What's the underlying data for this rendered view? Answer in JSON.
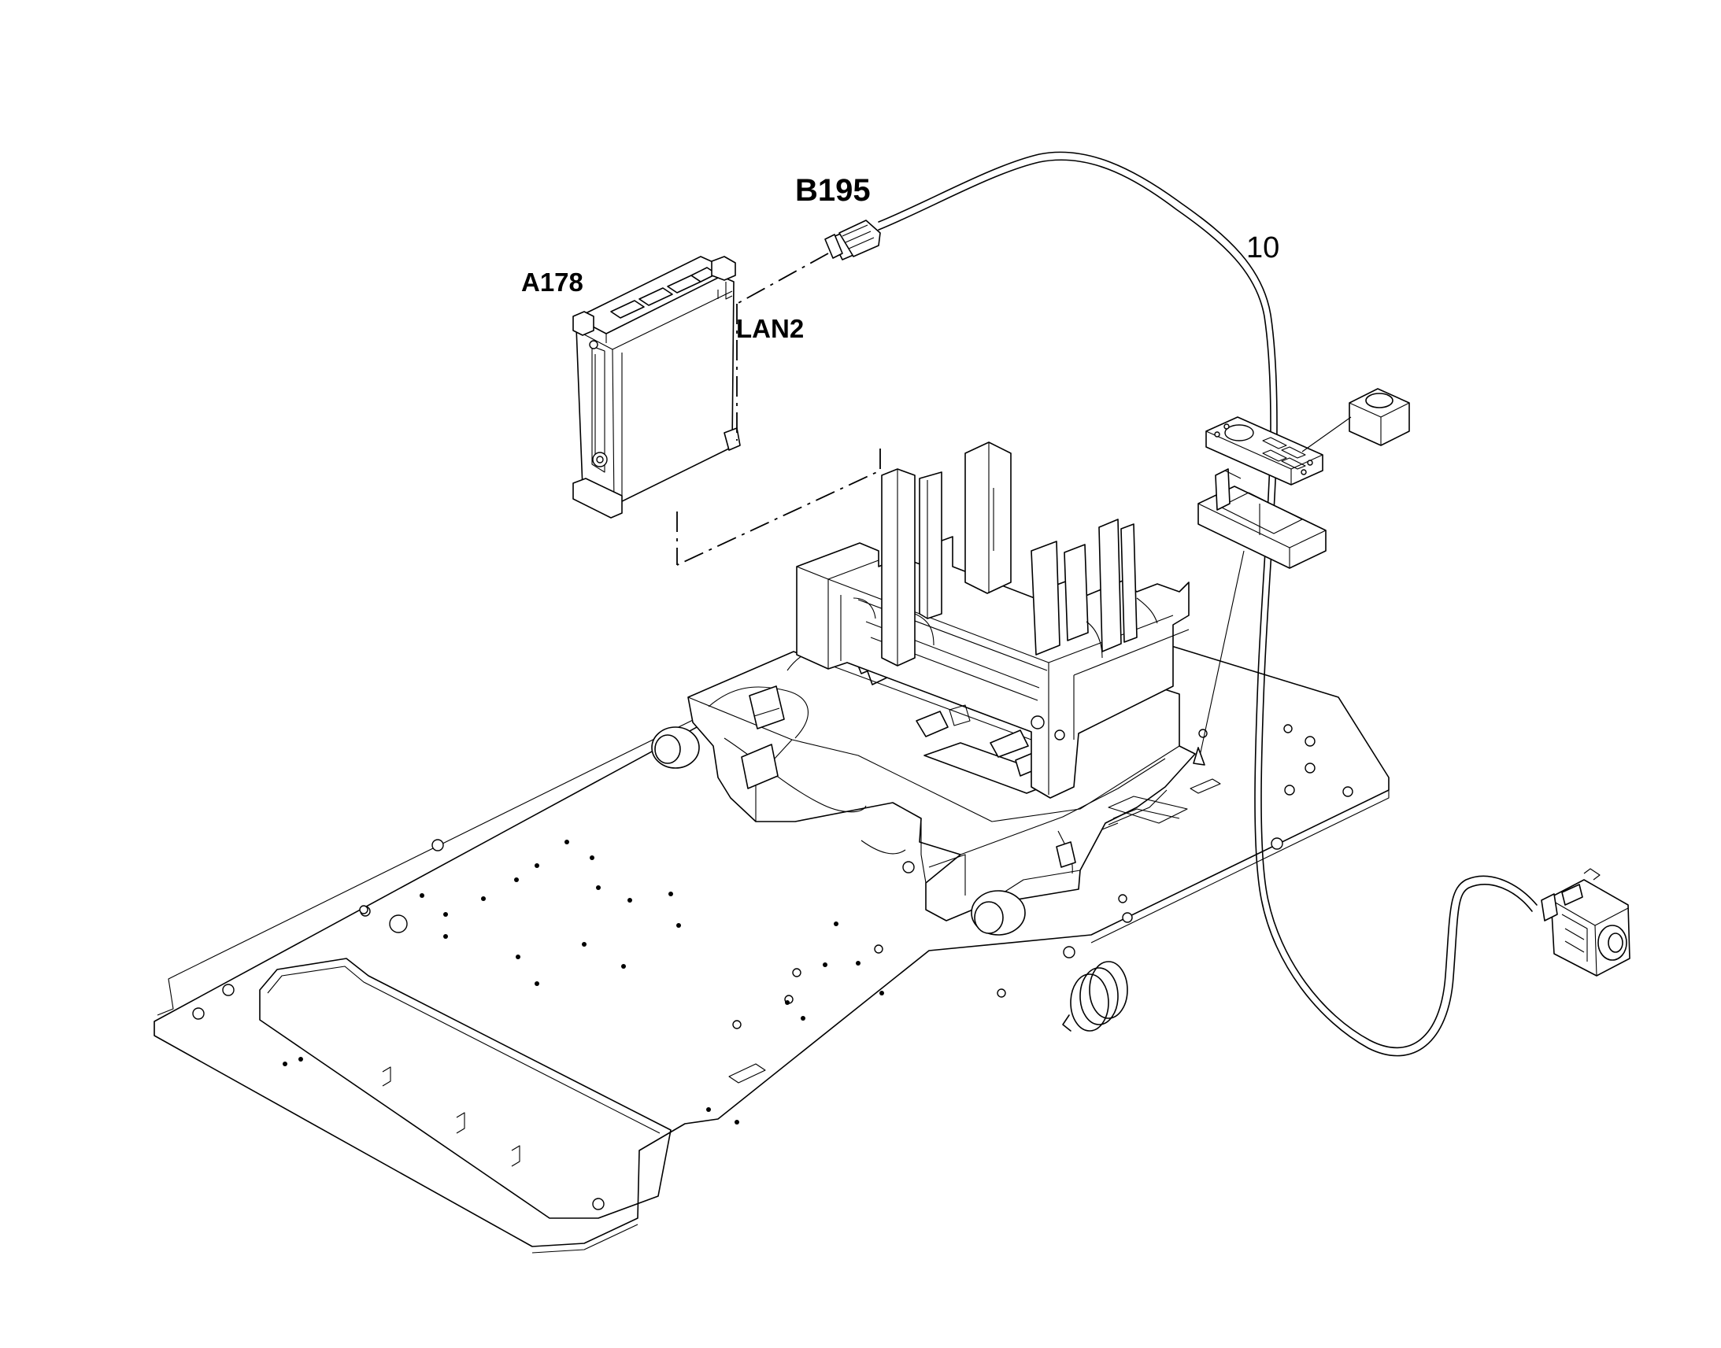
{
  "callouts": {
    "b195": "B195",
    "cable_item": "10",
    "a178": "A178",
    "lan2": "LAN2"
  },
  "colors": {
    "line": "#000000",
    "background": "#ffffff"
  }
}
